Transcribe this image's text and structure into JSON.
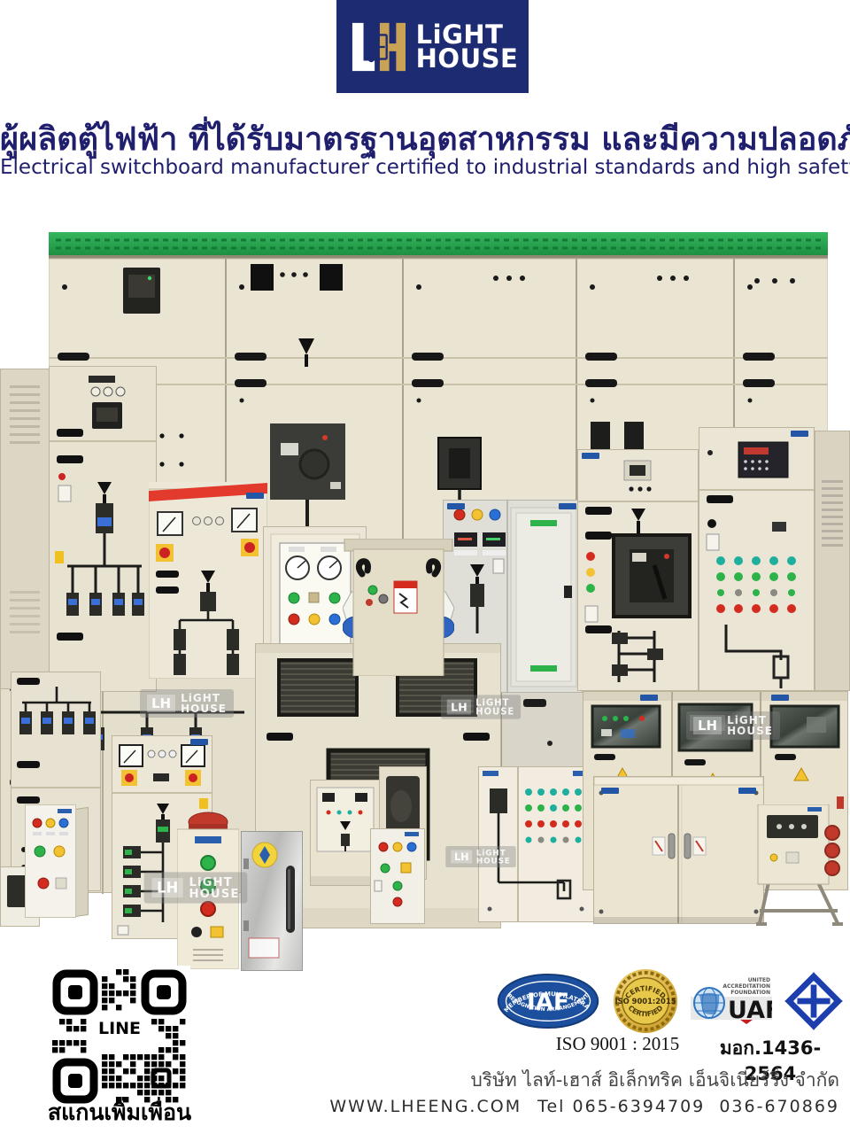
{
  "logo": {
    "monogram_l": "L",
    "monogram_h": "H",
    "line1": "LiGHT",
    "line2": "HOUSE"
  },
  "headline": {
    "thai": "ผู้ผลิตตู้ไฟฟ้า ที่ได้รับมาตรฐานอุตสาหกรรม และมีความปลอดภัยสูง",
    "english": "Electrical switchboard manufacturer certified to industrial standards and high safety"
  },
  "collage": {
    "description_icon": "electrical-switchboard-photo-collage",
    "watermark_monogram": "LH",
    "watermark_line1": "LiGHT",
    "watermark_line2": "HOUSE"
  },
  "footer": {
    "qr": {
      "center_label": "LINE",
      "caption": "สแกนเพิ่มเพื่อน"
    },
    "certs": {
      "iaf": {
        "top": "MEMBER OF MULTILATERAL",
        "center": "IAF",
        "bottom": "RECOGNITION ARRANGEMENT"
      },
      "iso_badge": {
        "top": "CERTIFIED",
        "center": "ISO 9001:2015",
        "bottom": "CERTIFIED"
      },
      "uaf": {
        "org1": "UNITED",
        "org2": "ACCREDITATION",
        "org3": "FOUNDATION",
        "name": "UAF"
      },
      "tis_icon": "tis-certification-mark"
    },
    "iso_line": "ISO 9001 : 2015",
    "tis_line": "มอก.1436-2564",
    "company": "บริษัท ไลท์-เฮาส์ อิเล็กทริค เอ็นจิเนียร์ริ่ง จำกัด",
    "contact": {
      "website": "WWW.LHEENG.COM",
      "tel_label": "Tel",
      "phone1": "065-6394709",
      "phone2": "036-670869"
    }
  },
  "colors": {
    "navy_headline": "#201f6e",
    "logo_navy": "#1c2b72",
    "logo_gold": "#c9a255",
    "green_strip": "#23a24a",
    "cabinet_beige": "#e9e3d2",
    "red_strip": "#e23b2e"
  }
}
